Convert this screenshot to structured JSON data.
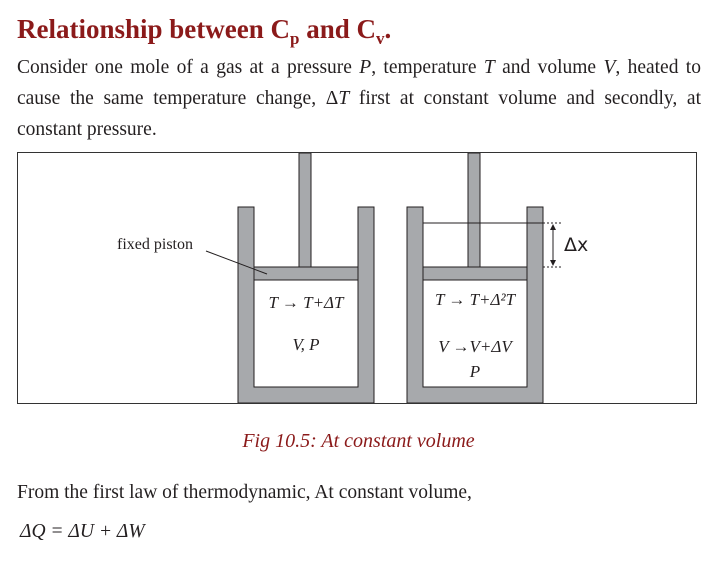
{
  "heading": {
    "prefix": "Relationship between C",
    "sub1": "p",
    "middle": " and C",
    "sub2": "v",
    "suffix": "."
  },
  "intro": {
    "part1": "Consider one mole of a gas at a pressure ",
    "var_p": "P",
    "part2": ", temperature ",
    "var_t": "T",
    "part3": " and volume ",
    "var_v": "V",
    "part4": ", heated to cause the same temperature change, Δ",
    "var_dt": "T",
    "part5": " first at constant volume and secondly, at constant pressure."
  },
  "figure": {
    "label_fixed_piston": "fixed piston",
    "left_cylinder": {
      "temp_label": "T → T+ΔT",
      "state_label": "V, P"
    },
    "right_cylinder": {
      "temp_label": "T → T+Δ²T",
      "volume_label": "V →V+ΔV",
      "pressure_label": "P"
    },
    "displacement_label": "Δx",
    "colors": {
      "cylinder_fill": "#a7a9ac",
      "cylinder_stroke": "#231f20"
    }
  },
  "caption": "Fig 10.5: At constant volume",
  "paragraph": "From the first law of thermodynamic, At constant volume,",
  "equation": "ΔQ = ΔU + ΔW"
}
